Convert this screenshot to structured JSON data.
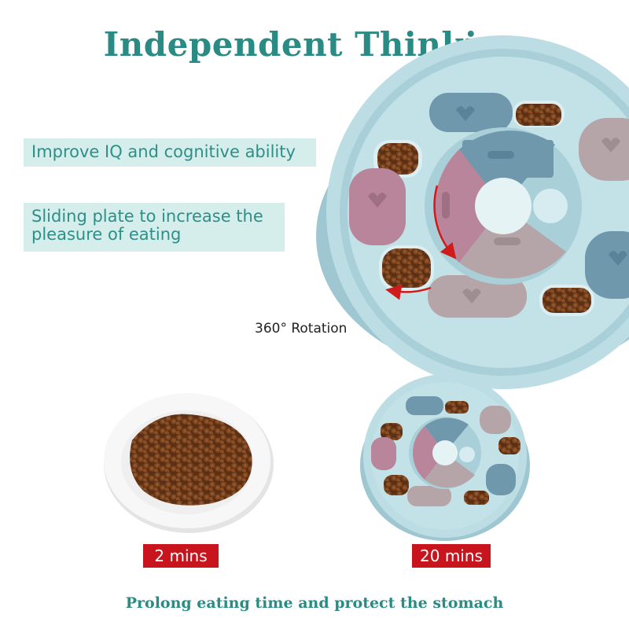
{
  "title": "Independent Thinking",
  "features": [
    "Improve IQ and cognitive ability",
    "Sliding plate to increase the pleasure of eating"
  ],
  "rotation_label": "360° Rotation",
  "comparison": {
    "plate_time": "2 mins",
    "puzzle_time": "20 mins"
  },
  "footer": "Prolong eating time and protect the stomach",
  "colors": {
    "brand_teal": "#2a8a84",
    "badge_red": "#c8141c",
    "feeder_blue": "#b9dbe3",
    "lid_mauve": "#b8859a",
    "lid_slate": "#6f98ad",
    "lid_taupe": "#b6a5a8",
    "kibble_brown": "#7a4422"
  }
}
